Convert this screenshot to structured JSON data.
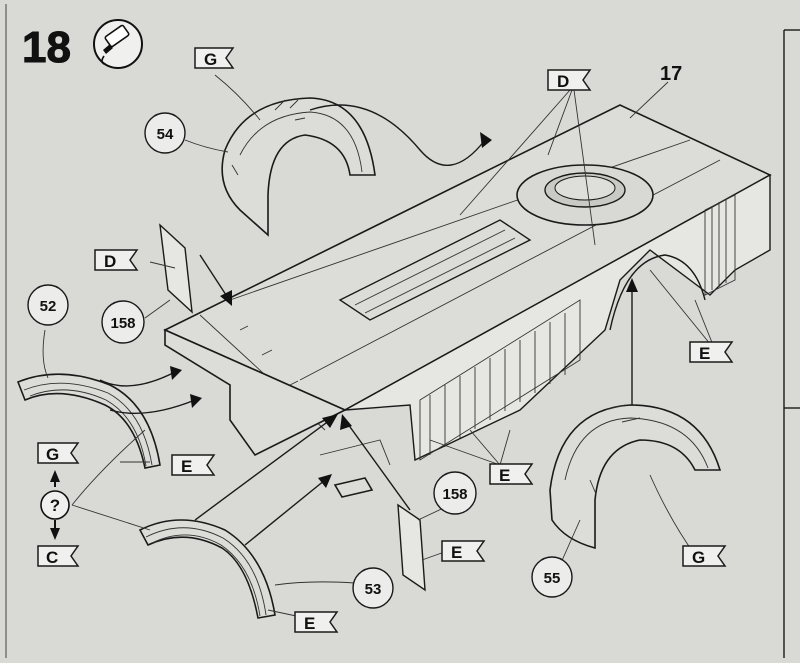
{
  "step": {
    "number": "18",
    "glue_icon": "glue-tube-icon"
  },
  "assembly_label": "17",
  "part_callouts": [
    "54",
    "52",
    "158",
    "158",
    "53",
    "55"
  ],
  "flag_labels": [
    "G",
    "D",
    "D",
    "E",
    "E",
    "E",
    "E",
    "G",
    "G",
    "C",
    "E"
  ],
  "question_mark": "?",
  "colors": {
    "paper": "#d9d9d6",
    "ink": "#1a1a1a"
  }
}
